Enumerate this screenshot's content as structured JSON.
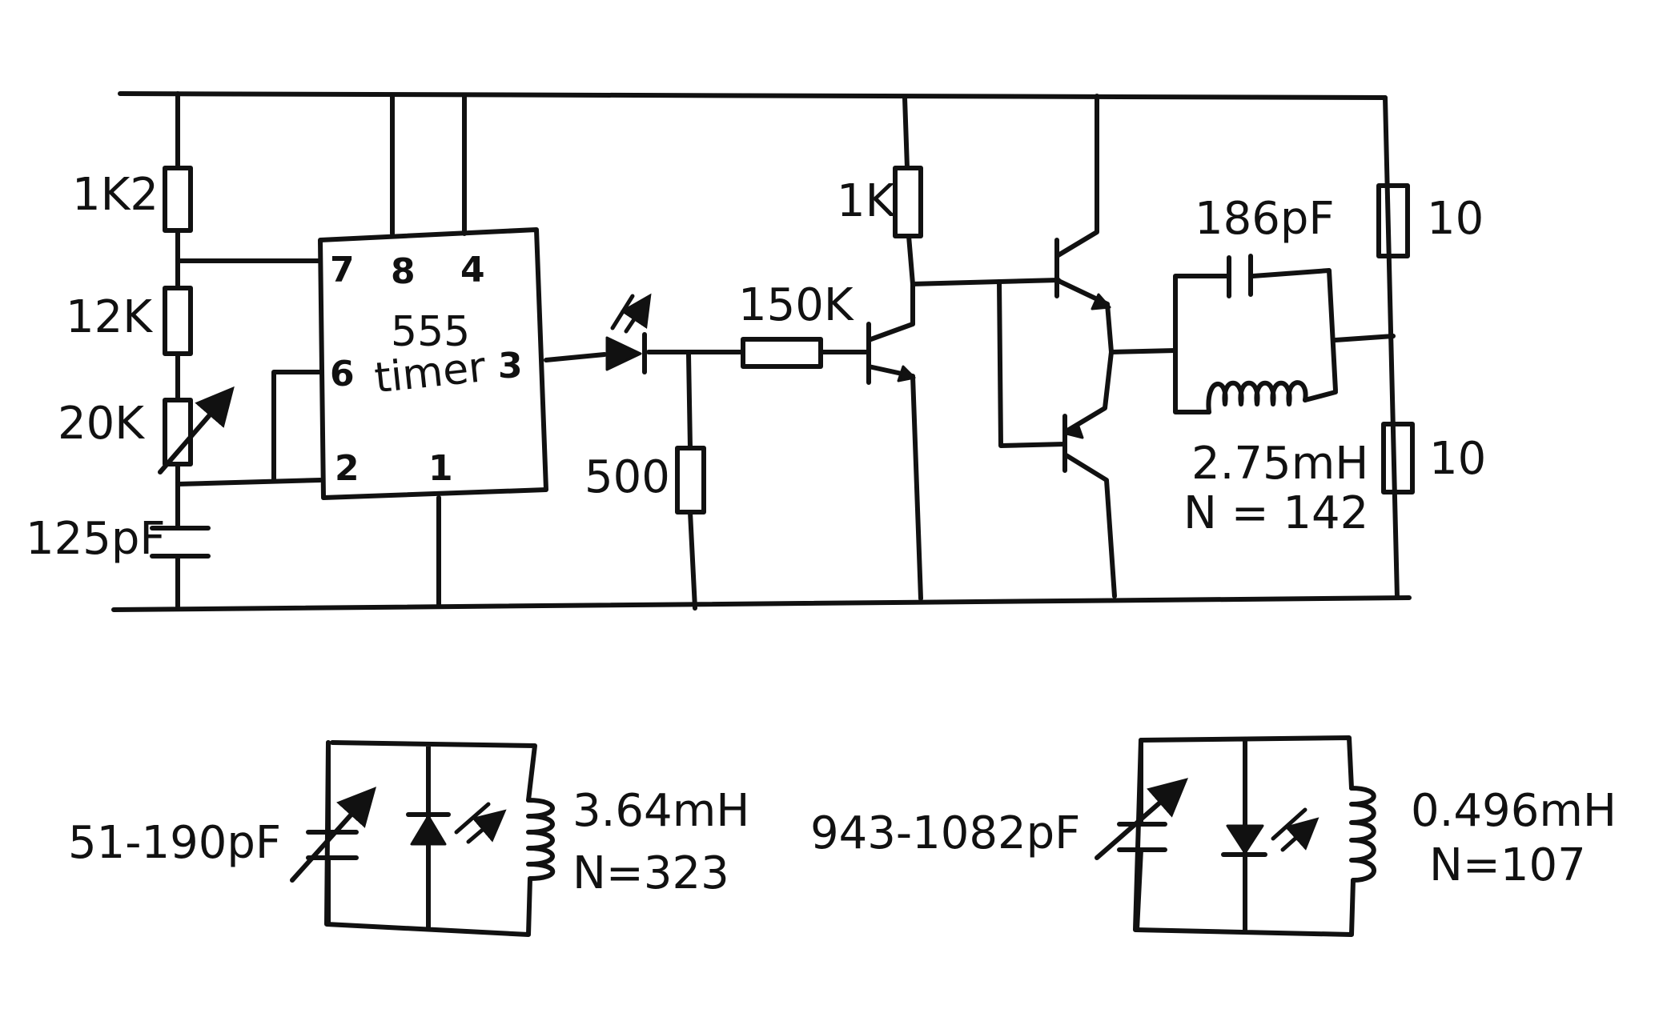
{
  "main_circuit": {
    "r1": "1K2",
    "r2": "12K",
    "pot": "20K",
    "c_timing": "125pF",
    "ic": {
      "line1": "555",
      "line2": "timer",
      "pin7": "7",
      "pin8": "8",
      "pin4": "4",
      "pin6": "6",
      "pin2": "2",
      "pin1": "1",
      "pin3": "3"
    },
    "r_led": "150K",
    "r_shunt": "500",
    "r_collector": "1K",
    "c_tank": "186pF",
    "l_tank": "2.75mH",
    "n_tank": "N = 142",
    "r_top": "10",
    "r_bottom": "10"
  },
  "tank_left": {
    "cap_range": "51-190pF",
    "inductance": "3.64mH",
    "turns": "N=323"
  },
  "tank_right": {
    "cap_range": "943-1082pF",
    "inductance": "0.496mH",
    "turns": "N=107"
  }
}
